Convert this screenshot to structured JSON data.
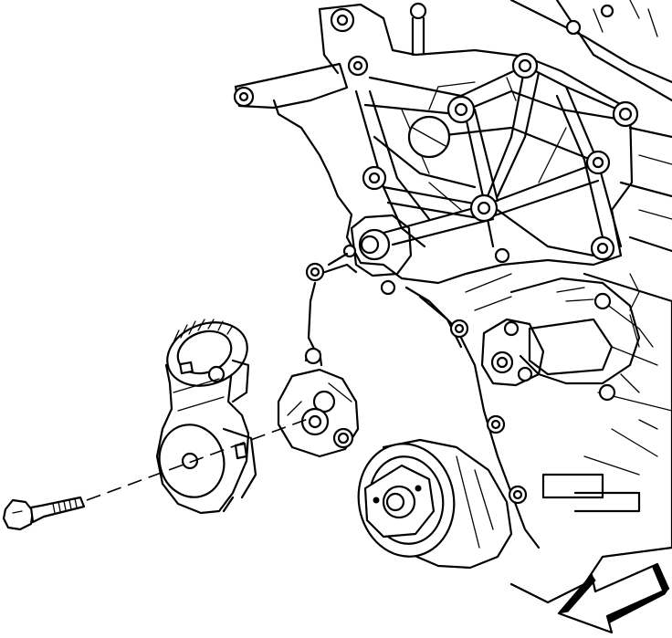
{
  "diagram": {
    "parts": [
      {
        "id": "engine-block",
        "icon": "engine-block-icon"
      },
      {
        "id": "accessory-bracket",
        "icon": "bracket-icon"
      },
      {
        "id": "water-pump",
        "icon": "water-pump-icon"
      },
      {
        "id": "crankshaft-balancer",
        "icon": "pulley-icon"
      },
      {
        "id": "tensioner-mount-boss",
        "icon": "mount-boss-icon"
      },
      {
        "id": "drive-belt-tensioner",
        "icon": "tensioner-icon"
      },
      {
        "id": "tensioner-bolt",
        "icon": "bolt-icon"
      }
    ],
    "orientation_arrow": {
      "icon": "front-arrow-icon",
      "color": "#000000"
    },
    "line_color": "#000000",
    "background": "#ffffff"
  }
}
